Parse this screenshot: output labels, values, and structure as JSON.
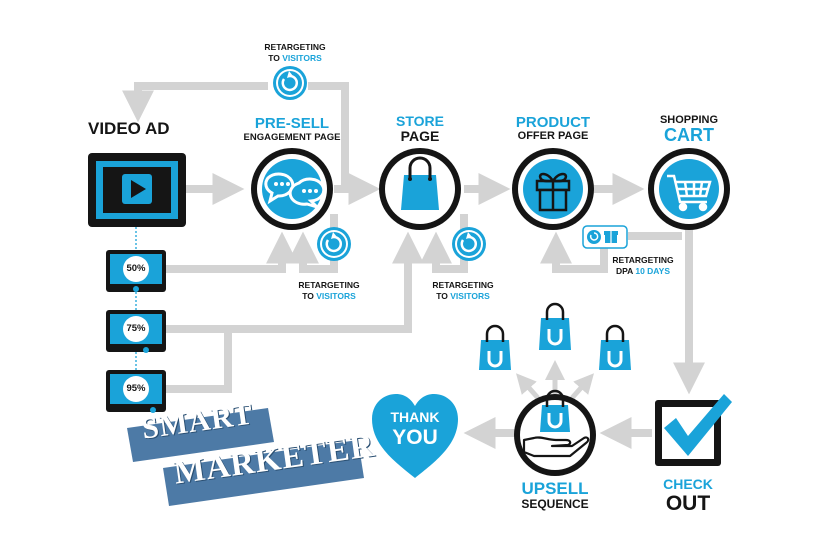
{
  "colors": {
    "accent": "#1aa3d9",
    "dark": "#151515",
    "arrow": "#d3d3d3",
    "brand": "#4d7aa6"
  },
  "nodes": {
    "video_ad": {
      "label": "VIDEO AD",
      "icon": "play-icon"
    },
    "pre_sell": {
      "label": "PRE-SELL",
      "sub": "ENGAGEMENT PAGE",
      "icon": "chat-bubbles-icon"
    },
    "store": {
      "label": "STORE",
      "sub": "PAGE",
      "icon": "shopping-bag-icon"
    },
    "product": {
      "label": "PRODUCT",
      "sub": "OFFER PAGE",
      "icon": "gift-icon"
    },
    "cart": {
      "label": "SHOPPING",
      "sub": "CART",
      "icon": "shopping-cart-icon"
    },
    "checkout": {
      "label": "CHECK",
      "sub": "OUT",
      "icon": "checkbox-check-icon"
    },
    "upsell": {
      "label": "UPSELL",
      "sub": "SEQUENCE",
      "icon": "hand-bag-icon"
    },
    "thank_you": {
      "line1": "THANK",
      "line2": "YOU",
      "icon": "heart-icon"
    }
  },
  "retargeting": {
    "top": {
      "line1": "RETARGETING",
      "line2a": "TO ",
      "line2b": "VISITORS"
    },
    "pre_sell": {
      "line1": "RETARGETING",
      "line2a": "TO ",
      "line2b": "VISITORS"
    },
    "store": {
      "line1": "RETARGETING",
      "line2a": "TO ",
      "line2b": "VISITORS"
    },
    "dpa": {
      "line1": "RETARGETING",
      "line2a": "DPA ",
      "line2b": "10 DAYS"
    }
  },
  "watch_levels": [
    "50%",
    "75%",
    "95%"
  ],
  "brand": {
    "line1": "SMART",
    "line2": "MARKETER"
  }
}
